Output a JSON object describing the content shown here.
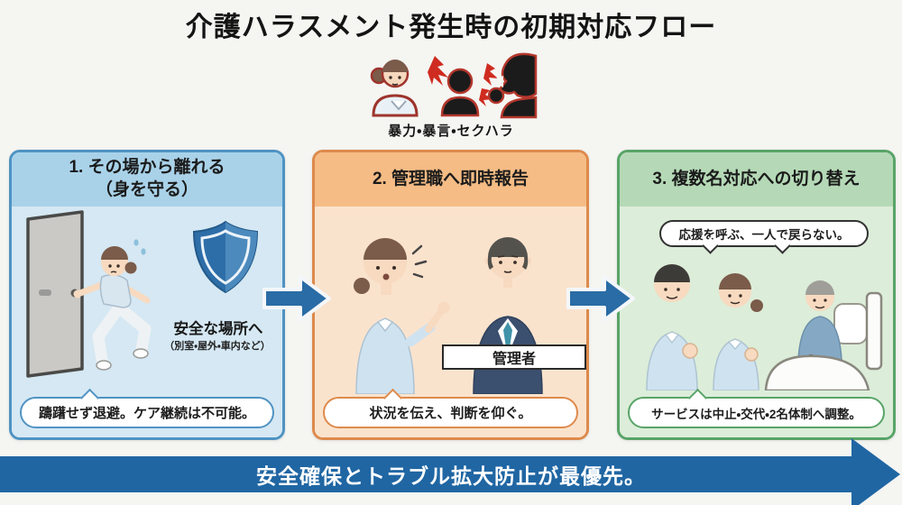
{
  "page": {
    "title": "介護ハラスメント発生時の初期対応フロー"
  },
  "trigger": {
    "icon": "harassment-scene-icon",
    "label": "暴力・暴言・セクハラ"
  },
  "steps": [
    {
      "title": "1. その場から離れる",
      "subtitle": "（身を守る）",
      "icons": [
        "door-exit-icon",
        "running-caregiver-icon",
        "shield-icon"
      ],
      "caption": "安全な場所へ",
      "caption_note": "（別室・屋外・車内など）",
      "bubble": "躊躇せず退避。ケア継続は不可能。",
      "accent_color": "#4f93c3",
      "header_color": "#a9d2e9",
      "body_color": "#d5e8f3"
    },
    {
      "title": "2. 管理職へ即時報告",
      "icons": [
        "reporting-caregiver-icon",
        "manager-icon"
      ],
      "person_label": "管理者",
      "bubble": "状況を伝え、判断を仰ぐ。",
      "accent_color": "#dd8a4c",
      "header_color": "#f5bc85",
      "body_color": "#fae3cd"
    },
    {
      "title": "3. 複数名対応への切り替え",
      "icons": [
        "two-caregivers-icon",
        "patient-in-bed-icon"
      ],
      "speech": "応援を呼ぶ、一人で戻らない。",
      "bubble": "サービスは中止・交代・2名体制へ調整。",
      "accent_color": "#58a468",
      "header_color": "#b5d9b6",
      "body_color": "#dcedd9"
    }
  ],
  "connectors": {
    "icon": "right-block-arrow-icon",
    "color": "#2a6ca5"
  },
  "footer": {
    "text": "安全確保とトラブル拡大防止が最優先。",
    "color": "#2066a3",
    "shape": "right-arrow-banner"
  }
}
